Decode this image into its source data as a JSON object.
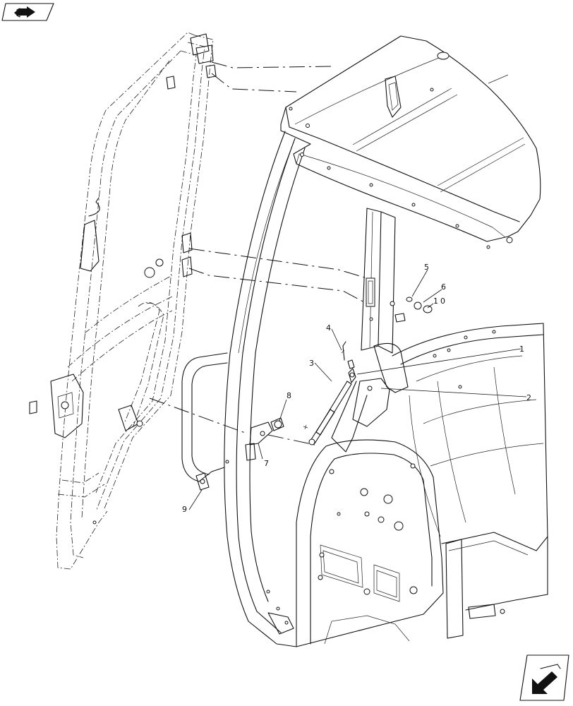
{
  "callouts": [
    "1",
    "2",
    "3",
    "4",
    "5",
    "6",
    "7",
    "8",
    "9",
    "10"
  ],
  "icons": {
    "top_left": "book-arrow-icon",
    "bottom_right": "arrow-bottom-left-icon"
  }
}
